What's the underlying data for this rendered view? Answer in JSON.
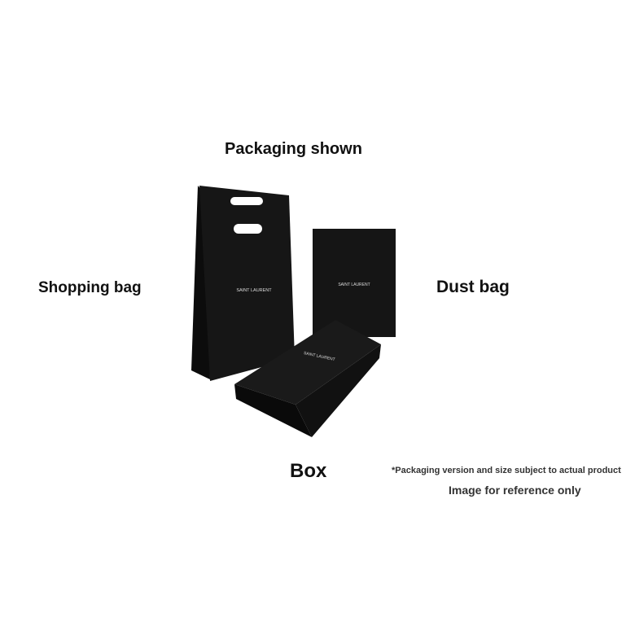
{
  "title": "Packaging shown",
  "labels": {
    "shopping_bag": "Shopping bag",
    "dust_bag": "Dust bag",
    "box": "Box"
  },
  "note": "*Packaging version and size subject to actual product",
  "reference": "Image for reference only",
  "brand_logo": "SAINT LAURENT",
  "colors": {
    "packaging": "#141414",
    "text": "#111111"
  }
}
